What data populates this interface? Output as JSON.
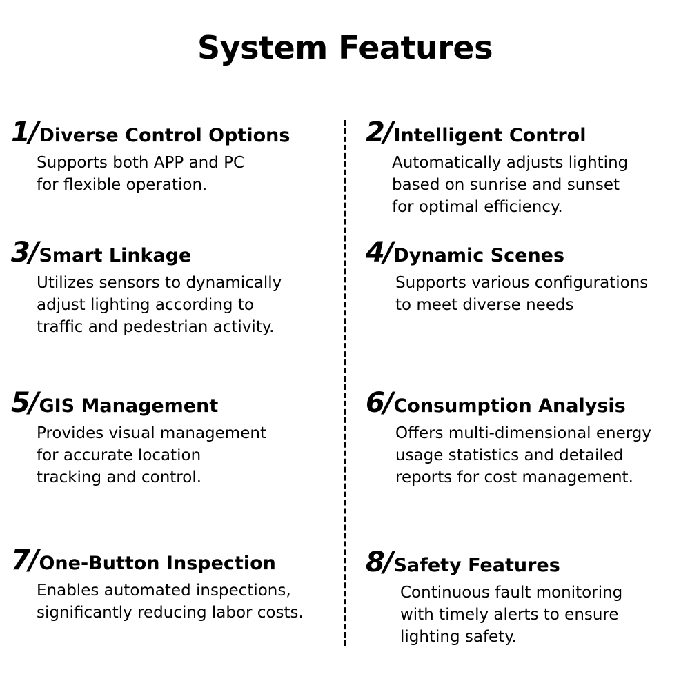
{
  "title": "System Features",
  "features": [
    {
      "number": "1/",
      "title": "Diverse Control Options",
      "description": "Supports both APP and PC\nfor flexible operation."
    },
    {
      "number": "2/",
      "title": "Intelligent Control",
      "description": "Automatically adjusts lighting\nbased on sunrise and sunset\nfor optimal efficiency."
    },
    {
      "number": "3/",
      "title": "Smart Linkage",
      "description": "Utilizes sensors to dynamically\nadjust lighting according to\ntraffic and pedestrian activity."
    },
    {
      "number": "4/",
      "title": "Dynamic Scenes",
      "description": "Supports various configurations\nto meet diverse needs"
    },
    {
      "number": "5/",
      "title": "GIS Management",
      "description": "Provides visual management\nfor accurate location\ntracking and control."
    },
    {
      "number": "6/",
      "title": "Consumption Analysis",
      "description": "Offers multi-dimensional energy\nusage statistics and detailed\nreports for cost management."
    },
    {
      "number": "7/",
      "title": "One-Button Inspection",
      "description": "Enables automated inspections,\nsignificantly reducing labor costs."
    },
    {
      "number": "8/",
      "title": "Safety Features",
      "description": "Continuous fault monitoring\nwith timely alerts to ensure\nlighting safety."
    }
  ]
}
